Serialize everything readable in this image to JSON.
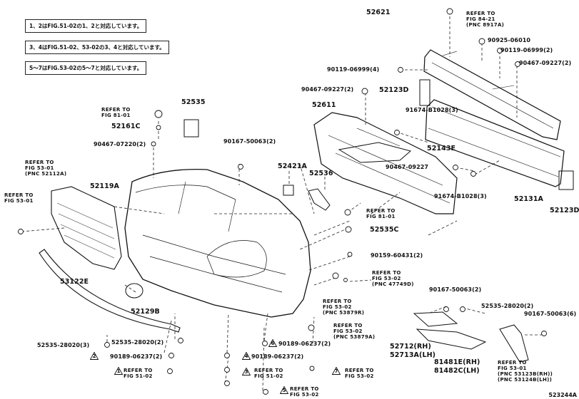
{
  "notes": [
    "†1、†2はFIG.51-02の†1、†2と対応しています。",
    "†3、†4はFIG.51-02、53-02の†3、†4と対応しています。",
    "†5～†7はFIG.53-02の†5～†7と対応しています。"
  ],
  "notes_display": [
    "1、2はFIG.51-02の1、2と対応しています。",
    "3、4はFIG.51-02、53-02の3、4と対応しています。",
    "5～7はFIG.53-02の5～7と対応しています。"
  ],
  "labels": {
    "p52621": "52621",
    "p90925": "90925-06010",
    "p90119a": "90119-06999(2)",
    "p90467a": "90467-09227(2)",
    "p90119b": "90119-06999(4)",
    "p90467b": "90467-09227(2)",
    "p52123Da": "52123D",
    "p52611": "52611",
    "p91674a": "91674-B1028(3)",
    "p52143E": "52143E",
    "p90467c": "90467-09227",
    "p91674b": "91674-B1028(3)",
    "p52131A": "52131A",
    "p52123Db": "52123D",
    "p52535a": "52535",
    "p52161C": "52161C",
    "p90467d": "90467-07220(2)",
    "p90167a": "90167-50063(2)",
    "p52421A": "52421A",
    "p52536": "52536",
    "p52535C": "52535C",
    "p90159": "90159-60431(2)",
    "p52119A": "52119A",
    "p53122E": "53122E",
    "p52129B": "52129B",
    "p90167b": "90167-50063(2)",
    "p52535b": "52535-28020(2)",
    "p90167c": "90167-50063(6)",
    "p52712": "52712(RH)",
    "p52713A": "52713A(LH)",
    "p81481E": "81481E(RH)",
    "p81482C": "81482C(LH)",
    "p52535c": "52535-28020(3)",
    "p52535d": "52535-28020(2)",
    "p90189a": "90189-06237(2)",
    "p90189b": "90189-06237(2)",
    "p90189c": "90189-06237(2)"
  },
  "refs": {
    "r1": "REFER TO\nFIG 84-21\n(PNC 8917A)",
    "r2": "REFER TO\nFIG 81-01",
    "r3": "REFER TO\nFIG 53-01\n(PNC 52112A)",
    "r4": "REFER TO\nFIG 53-01",
    "r5": "REFER TO\nFIG 81-01",
    "r6": "REFER TO\nFIG 53-02\n(PNC 47749D)",
    "r7": "REFER TO\nFIG 53-02\n(PNC 53879R)",
    "r8": "REFER TO\nFIG 53-02\n(PNC 53879A)",
    "r9": "REFER TO\nFIG 51-02",
    "r10": "REFER TO\nFIG 51-02",
    "r11": "REFER TO\nFIG 53-02",
    "r12": "REFER TO\nFIG 53-02",
    "r13": "REFER TO\nFIG 53-01\n(PNC 53123B(RH))\n(PNC 53124B(LH))"
  },
  "tri": {
    "t1": "1",
    "t2": "2",
    "t3": "3",
    "t4": "4",
    "t5": "5",
    "t6": "6",
    "t7": "7"
  },
  "diagram_id": "523244A"
}
